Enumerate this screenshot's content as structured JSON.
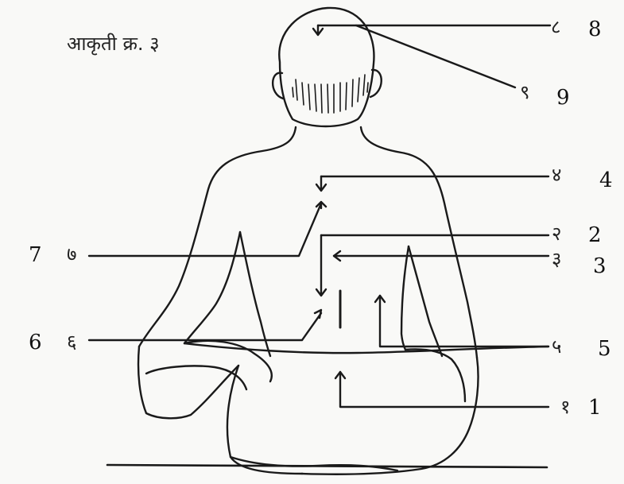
{
  "figure": {
    "title": "आकृती क्र. ३"
  },
  "labels": {
    "n1": "1",
    "n2": "2",
    "n3": "3",
    "n4": "4",
    "n5": "5",
    "n6": "6",
    "n7": "7",
    "n8": "8",
    "n9": "9"
  },
  "handwritten": {
    "d1": "१",
    "d2": "२",
    "d3": "३",
    "d4": "४",
    "d5": "५",
    "d6": "६",
    "d7": "७",
    "d8": "८",
    "d9": "९"
  }
}
